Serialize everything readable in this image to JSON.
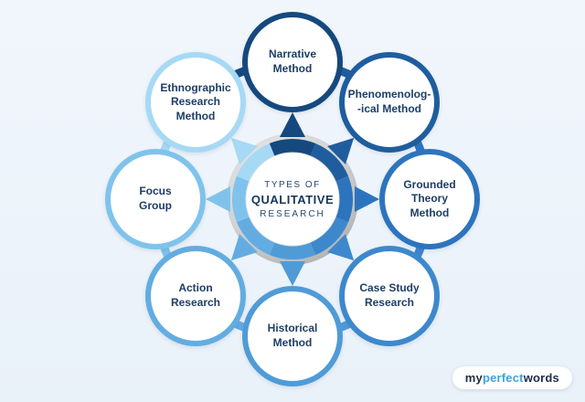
{
  "background": "#edf3fa",
  "center": {
    "line1": "TYPES OF",
    "line2": "QUALITATIVE",
    "line3": "RESEARCH",
    "text_color": "#16375e"
  },
  "satellites": [
    {
      "id": "narrative-method",
      "label": "Narrative\nMethod",
      "color": "#15497e"
    },
    {
      "id": "phenomenological-method",
      "label": "Phenomenolog-\n-ical Method",
      "color": "#1f5d9e"
    },
    {
      "id": "grounded-theory-method",
      "label": "Grounded\nTheory\nMethod",
      "color": "#2d74be"
    },
    {
      "id": "case-study-research",
      "label": "Case Study\nResearch",
      "color": "#3d88cd"
    },
    {
      "id": "historical-method",
      "label": "Historical\nMethod",
      "color": "#4f9bd8"
    },
    {
      "id": "action-research",
      "label": "Action\nResearch",
      "color": "#63ace1"
    },
    {
      "id": "focus-group",
      "label": "Focus\nGroup",
      "color": "#7fc3ec"
    },
    {
      "id": "ethnographic-research-method",
      "label": "Ethnographic\nResearch\nMethod",
      "color": "#a6d9f4"
    }
  ],
  "logo": {
    "part1": "my",
    "part2": "perfect",
    "part3": "words",
    "dark_color": "#1e2c49",
    "accent_color": "#3ba2de"
  }
}
